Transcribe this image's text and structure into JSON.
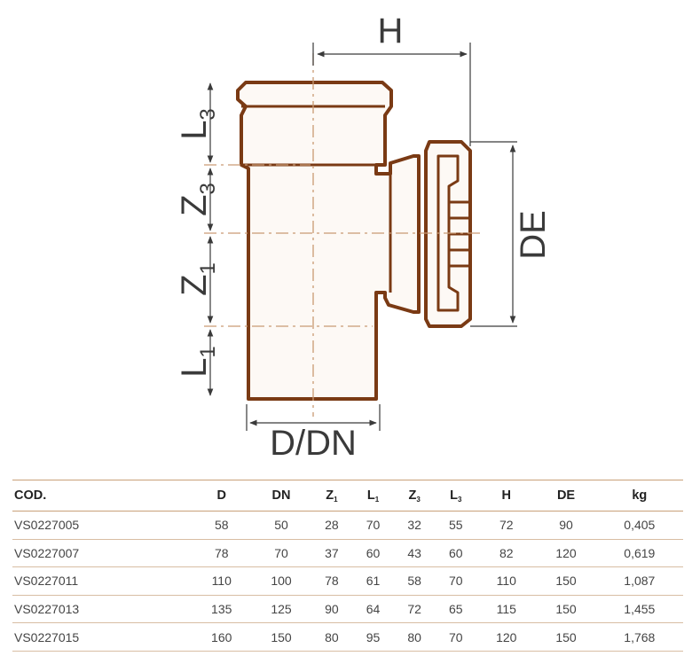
{
  "drawing": {
    "dimension_labels": {
      "H": "H",
      "L3": "L",
      "L3_sub": "3",
      "Z3": "Z",
      "Z3_sub": "3",
      "Z1": "Z",
      "Z1_sub": "1",
      "L1": "L",
      "L1_sub": "1",
      "D_DN": "D/DN",
      "DE": "DE"
    },
    "colors": {
      "pipe_stroke": "#7a3a14",
      "pipe_fill": "#fdf9f5",
      "dimension_line": "#3a3a3a",
      "center_line": "#c99a73"
    }
  },
  "table": {
    "headers": [
      {
        "main": "COD.",
        "sub": ""
      },
      {
        "main": "D",
        "sub": ""
      },
      {
        "main": "DN",
        "sub": ""
      },
      {
        "main": "Z",
        "sub": "1"
      },
      {
        "main": "L",
        "sub": "1"
      },
      {
        "main": "Z",
        "sub": "3"
      },
      {
        "main": "L",
        "sub": "3"
      },
      {
        "main": "H",
        "sub": ""
      },
      {
        "main": "DE",
        "sub": ""
      },
      {
        "main": "kg",
        "sub": ""
      }
    ],
    "rows": [
      [
        "VS0227005",
        "58",
        "50",
        "28",
        "70",
        "32",
        "55",
        "72",
        "90",
        "0,405"
      ],
      [
        "VS0227007",
        "78",
        "70",
        "37",
        "60",
        "43",
        "60",
        "82",
        "120",
        "0,619"
      ],
      [
        "VS0227011",
        "110",
        "100",
        "78",
        "61",
        "58",
        "70",
        "110",
        "150",
        "1,087"
      ],
      [
        "VS0227013",
        "135",
        "125",
        "90",
        "64",
        "72",
        "65",
        "115",
        "150",
        "1,455"
      ],
      [
        "VS0227015",
        "160",
        "150",
        "80",
        "95",
        "80",
        "70",
        "120",
        "150",
        "1,768"
      ]
    ],
    "border_color": "#c9a079"
  }
}
